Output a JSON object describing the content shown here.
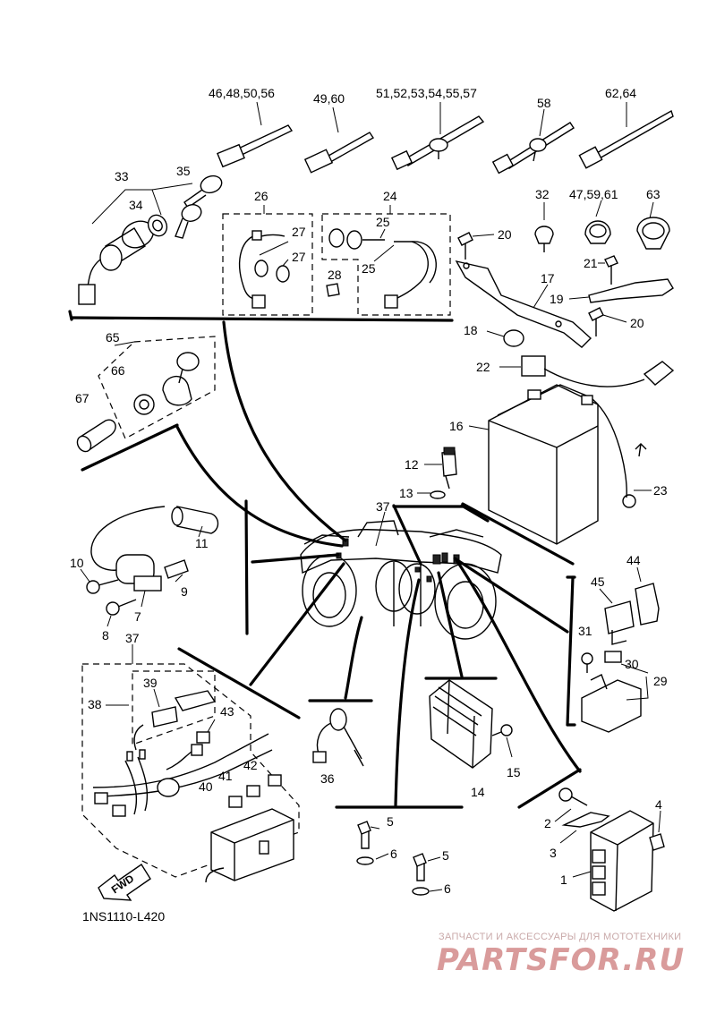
{
  "diagram": {
    "code": "1NS1110-L420",
    "fwd_label": "FWD",
    "callouts": {
      "c1": "1",
      "c2": "2",
      "c3": "3",
      "c4": "4",
      "c5a": "5",
      "c5b": "5",
      "c6a": "6",
      "c6b": "6",
      "c7": "7",
      "c8": "8",
      "c9": "9",
      "c10": "10",
      "c11": "11",
      "c12": "12",
      "c13": "13",
      "c14": "14",
      "c15": "15",
      "c16": "16",
      "c17": "17",
      "c18": "18",
      "c19": "19",
      "c20a": "20",
      "c20b": "20",
      "c21": "21",
      "c22": "22",
      "c23": "23",
      "c24": "24",
      "c25a": "25",
      "c25b": "25",
      "c26": "26",
      "c27a": "27",
      "c27b": "27",
      "c28": "28",
      "c29": "29",
      "c30": "30",
      "c31": "31",
      "c32": "32",
      "c33": "33",
      "c34": "34",
      "c35": "35",
      "c36": "36",
      "c37a": "37",
      "c37b": "37",
      "c38": "38",
      "c39": "39",
      "c40": "40",
      "c41": "41",
      "c42": "42",
      "c43": "43",
      "c44": "44",
      "c45": "45",
      "c46": "46,48,50,56",
      "c49": "49,60",
      "c51": "51,52,53,54,55,57",
      "c58": "58",
      "c62": "62,64",
      "c47": "47,59,61",
      "c63": "63",
      "c65": "65",
      "c66": "66",
      "c67": "67"
    }
  },
  "watermark": {
    "tagline": "ЗАПЧАСТИ И АКСЕССУАРЫ ДЛЯ МОТОТЕХНИКИ",
    "brand": "PARTSFOR.RU",
    "brand_color": "#d99b9b"
  }
}
